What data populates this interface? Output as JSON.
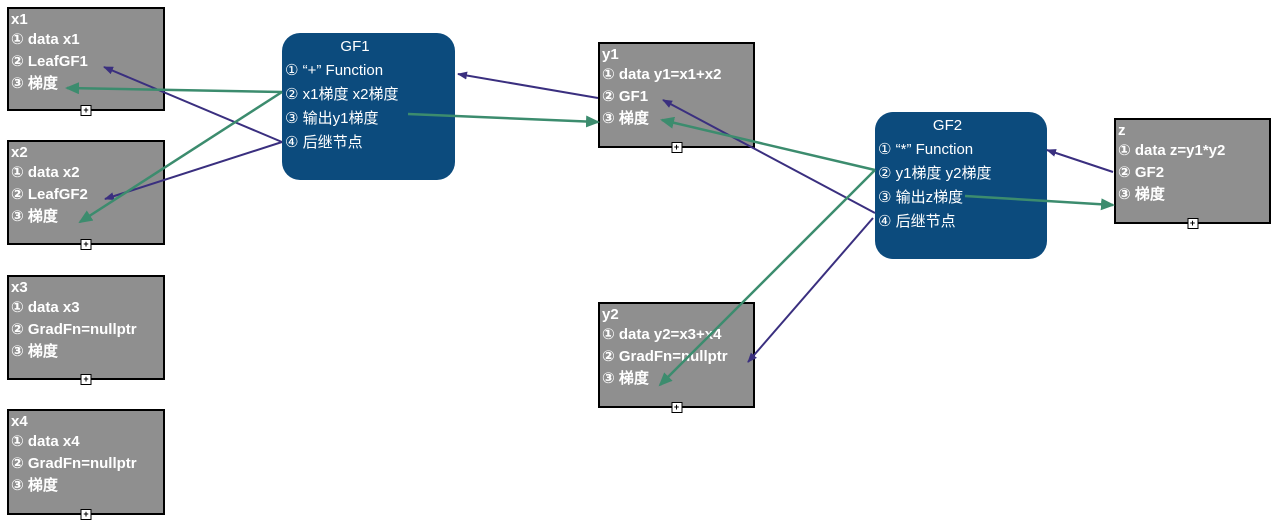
{
  "tensors": {
    "x1": {
      "name": "x1",
      "rows": [
        "① data x1",
        "② LeafGF1",
        "③ 梯度"
      ]
    },
    "x2": {
      "name": "x2",
      "rows": [
        "① data x2",
        "② LeafGF2",
        "③ 梯度"
      ]
    },
    "x3": {
      "name": "x3",
      "rows": [
        "① data x3",
        "② GradFn=nullptr",
        "③ 梯度"
      ]
    },
    "x4": {
      "name": "x4",
      "rows": [
        "① data x4",
        "② GradFn=nullptr",
        "③ 梯度"
      ]
    },
    "y1": {
      "name": "y1",
      "rows": [
        "① data y1=x1+x2",
        "② GF1",
        "③ 梯度"
      ]
    },
    "y2": {
      "name": "y2",
      "rows": [
        "① data y2=x3+x4",
        "② GradFn=nullptr",
        "③ 梯度"
      ]
    },
    "z": {
      "name": "z",
      "rows": [
        "① data z=y1*y2",
        "② GF2",
        "③ 梯度"
      ]
    }
  },
  "functions": {
    "gf1": {
      "name": "GF1",
      "rows": [
        "① “+” Function",
        "② x1梯度 x2梯度",
        "③ 输出y1梯度",
        "④ 后继节点"
      ]
    },
    "gf2": {
      "name": "GF2",
      "rows": [
        "① “*” Function",
        "② y1梯度 y2梯度",
        "③ 输出z梯度",
        "④ 后继节点"
      ]
    }
  },
  "expand_symbol": "+",
  "colors": {
    "tensor_fill": "#8f8f8f",
    "function_fill": "#0c4b7d",
    "reference_arrow": "#3a2f7f",
    "gradient_arrow": "#3c8c6e"
  }
}
